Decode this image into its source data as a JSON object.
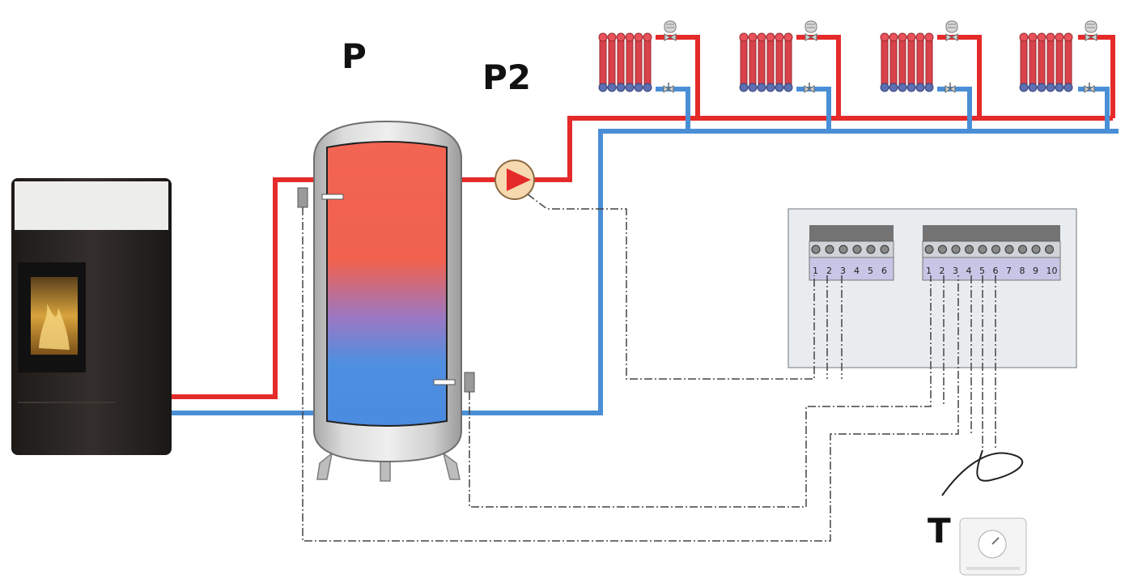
{
  "labels": {
    "buffer_tank": "P",
    "pump": "P2",
    "thermostat": "T"
  },
  "terminal_blocks": {
    "left": [
      "1",
      "2",
      "3",
      "4",
      "5",
      "6"
    ],
    "right": [
      "1",
      "2",
      "3",
      "4",
      "5",
      "6",
      "7",
      "8",
      "9",
      "10"
    ]
  },
  "colors": {
    "flow_pipe": "#e52a2a",
    "return_pipe": "#4a8fd6",
    "tank_hot": "#f26552",
    "tank_cold": "#4f8fe0",
    "wiring": "#444444",
    "panel": "#e9ecee",
    "stove_body": "#2a2624"
  },
  "icons": {
    "stove": "pellet-stove-icon",
    "tank": "buffer-tank-icon",
    "pump": "circulation-pump-icon",
    "radiator": "radiator-icon",
    "thermostat": "room-thermostat-icon",
    "probe": "temperature-probe-icon"
  }
}
